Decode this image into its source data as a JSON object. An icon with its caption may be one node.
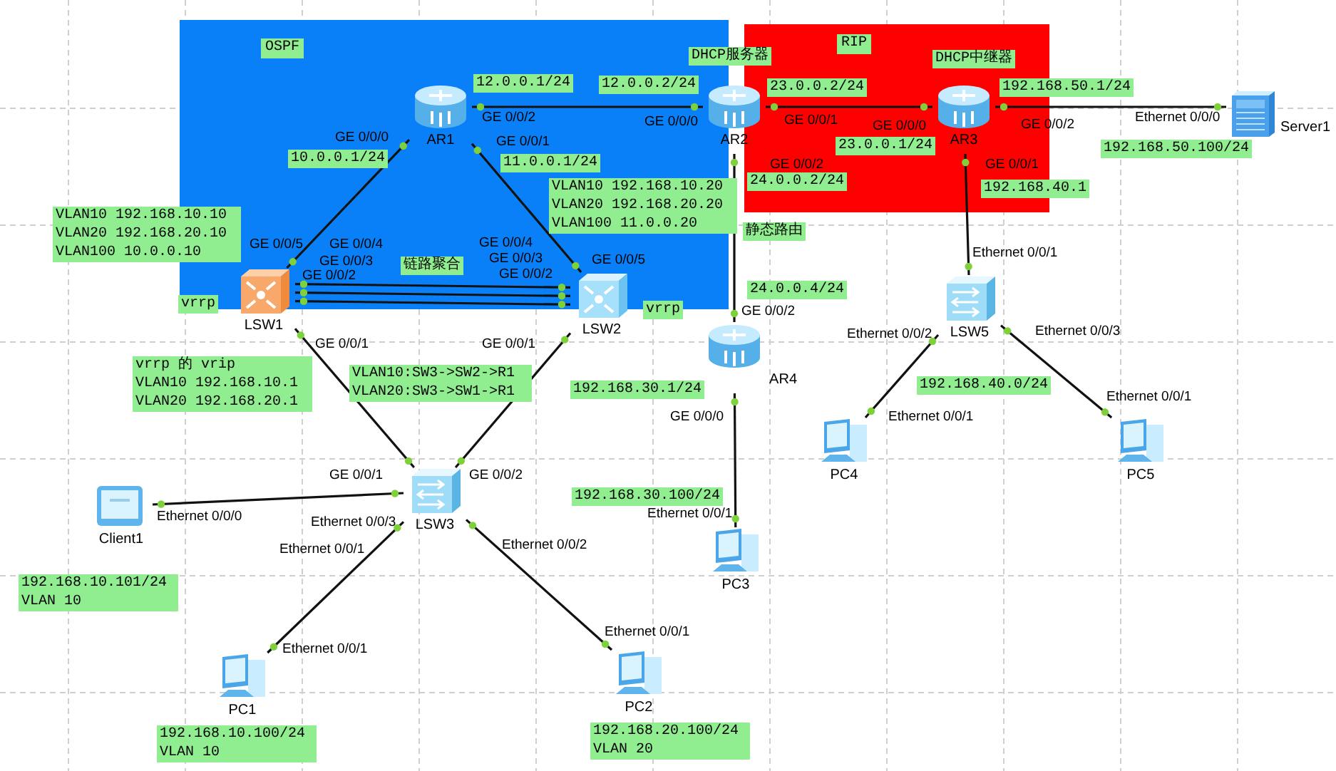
{
  "diagram": {
    "nodes": [
      {
        "text": [
          "OSPF"
        ]
      },
      {
        "text": [
          "RIP"
        ]
      },
      {
        "text": [
          "AR1"
        ],
        "in": 0
      },
      {
        "text": [
          "AR2"
        ]
      },
      {
        "text": [
          "AR3"
        ],
        "in": 1
      },
      {
        "text": [
          "Server1"
        ]
      },
      {
        "text": [
          "LSW1"
        ]
      },
      {
        "text": [
          "LSW2"
        ]
      },
      {
        "text": [
          "AR4"
        ]
      },
      {
        "text": [
          "LSW5"
        ]
      },
      {
        "text": [
          "PC4"
        ]
      },
      {
        "text": [
          "PC5"
        ]
      },
      {
        "text": [
          "Client1"
        ]
      },
      {
        "text": [
          "LSW3"
        ]
      },
      {
        "text": [
          "PC3"
        ]
      },
      {
        "text": [
          "PC1"
        ]
      },
      {
        "text": [
          "PC2"
        ]
      }
    ],
    "edges": [
      {
        "from": 2,
        "to": 3,
        "arrow": "none"
      },
      {
        "from": 3,
        "to": 4,
        "arrow": "none"
      },
      {
        "from": 4,
        "to": 5,
        "arrow": "none"
      },
      {
        "from": 2,
        "to": 6,
        "arrow": "none"
      },
      {
        "from": 2,
        "to": 7,
        "arrow": "none"
      },
      {
        "from": 6,
        "to": 7,
        "arrow": "none"
      },
      {
        "from": 6,
        "to": 7,
        "arrow": "none"
      },
      {
        "from": 6,
        "to": 7,
        "arrow": "none"
      },
      {
        "from": 3,
        "to": 8,
        "arrow": "none"
      },
      {
        "from": 4,
        "to": 9,
        "arrow": "none"
      },
      {
        "from": 9,
        "to": 10,
        "arrow": "none"
      },
      {
        "from": 9,
        "to": 11,
        "arrow": "none"
      },
      {
        "from": 6,
        "to": 13,
        "arrow": "none"
      },
      {
        "from": 7,
        "to": 13,
        "arrow": "none"
      },
      {
        "from": 8,
        "to": 14,
        "arrow": "none"
      },
      {
        "from": 12,
        "to": 13,
        "arrow": "none"
      },
      {
        "from": 13,
        "to": 15,
        "arrow": "none"
      },
      {
        "from": 13,
        "to": 16,
        "arrow": "none"
      }
    ],
    "labels": [
      "12.0.0.1/24",
      "DHCP服务器",
      "12.0.0.2/24",
      "DHCP中继器",
      "23.0.0.2/24",
      "192.168.50.1/24",
      "GE 0/0/2",
      "GE 0/0/0",
      "GE 0/0/1",
      "GE 0/0/0",
      "GE 0/0/2",
      "Ethernet 0/0/0",
      "23.0.0.1/24",
      "192.168.50.100/24",
      "GE 0/0/0",
      "GE 0/0/1",
      "10.0.0.1/24",
      "11.0.0.1/24",
      "GE 0/0/2",
      "GE 0/0/1",
      "24.0.0.2/24",
      "VLAN10 192.168.10.20",
      "VLAN20 192.168.20.20",
      "VLAN100 11.0.0.20",
      "192.168.40.1",
      "VLAN10 192.168.10.10",
      "VLAN20 192.168.20.10",
      "VLAN100 10.0.0.10",
      "静态路由",
      "GE 0/0/5",
      "GE 0/0/4",
      "GE 0/0/4",
      "Ethernet 0/0/1",
      "GE 0/0/3",
      "链路聚合",
      "GE 0/0/3",
      "GE 0/0/5",
      "GE 0/0/2",
      "GE 0/0/2",
      "24.0.0.4/24",
      "vrrp",
      "vrrp",
      "GE 0/0/2",
      "Ethernet 0/0/2",
      "Ethernet 0/0/3",
      "GE 0/0/1",
      "GE 0/0/1",
      "vrrp 的 vrip",
      "VLAN10 192.168.10.1",
      "VLAN20 192.168.20.1",
      "VLAN10:SW3->SW2->R1",
      "VLAN20:SW3->SW1->R1",
      "192.168.30.1/24",
      "192.168.40.0/24",
      "Ethernet 0/0/1",
      "GE 0/0/0",
      "Ethernet 0/0/1",
      "GE 0/0/1",
      "GE 0/0/2",
      "192.168.30.100/24",
      "Ethernet 0/0/0",
      "Ethernet 0/0/3",
      "Ethernet 0/0/1",
      "Ethernet 0/0/1",
      "Ethernet 0/0/2",
      "192.168.10.101/24",
      "VLAN 10",
      "Ethernet 0/0/1",
      "Ethernet 0/0/1",
      "192.168.20.100/24",
      "VLAN 20",
      "192.168.10.100/24",
      "VLAN 10"
    ]
  }
}
